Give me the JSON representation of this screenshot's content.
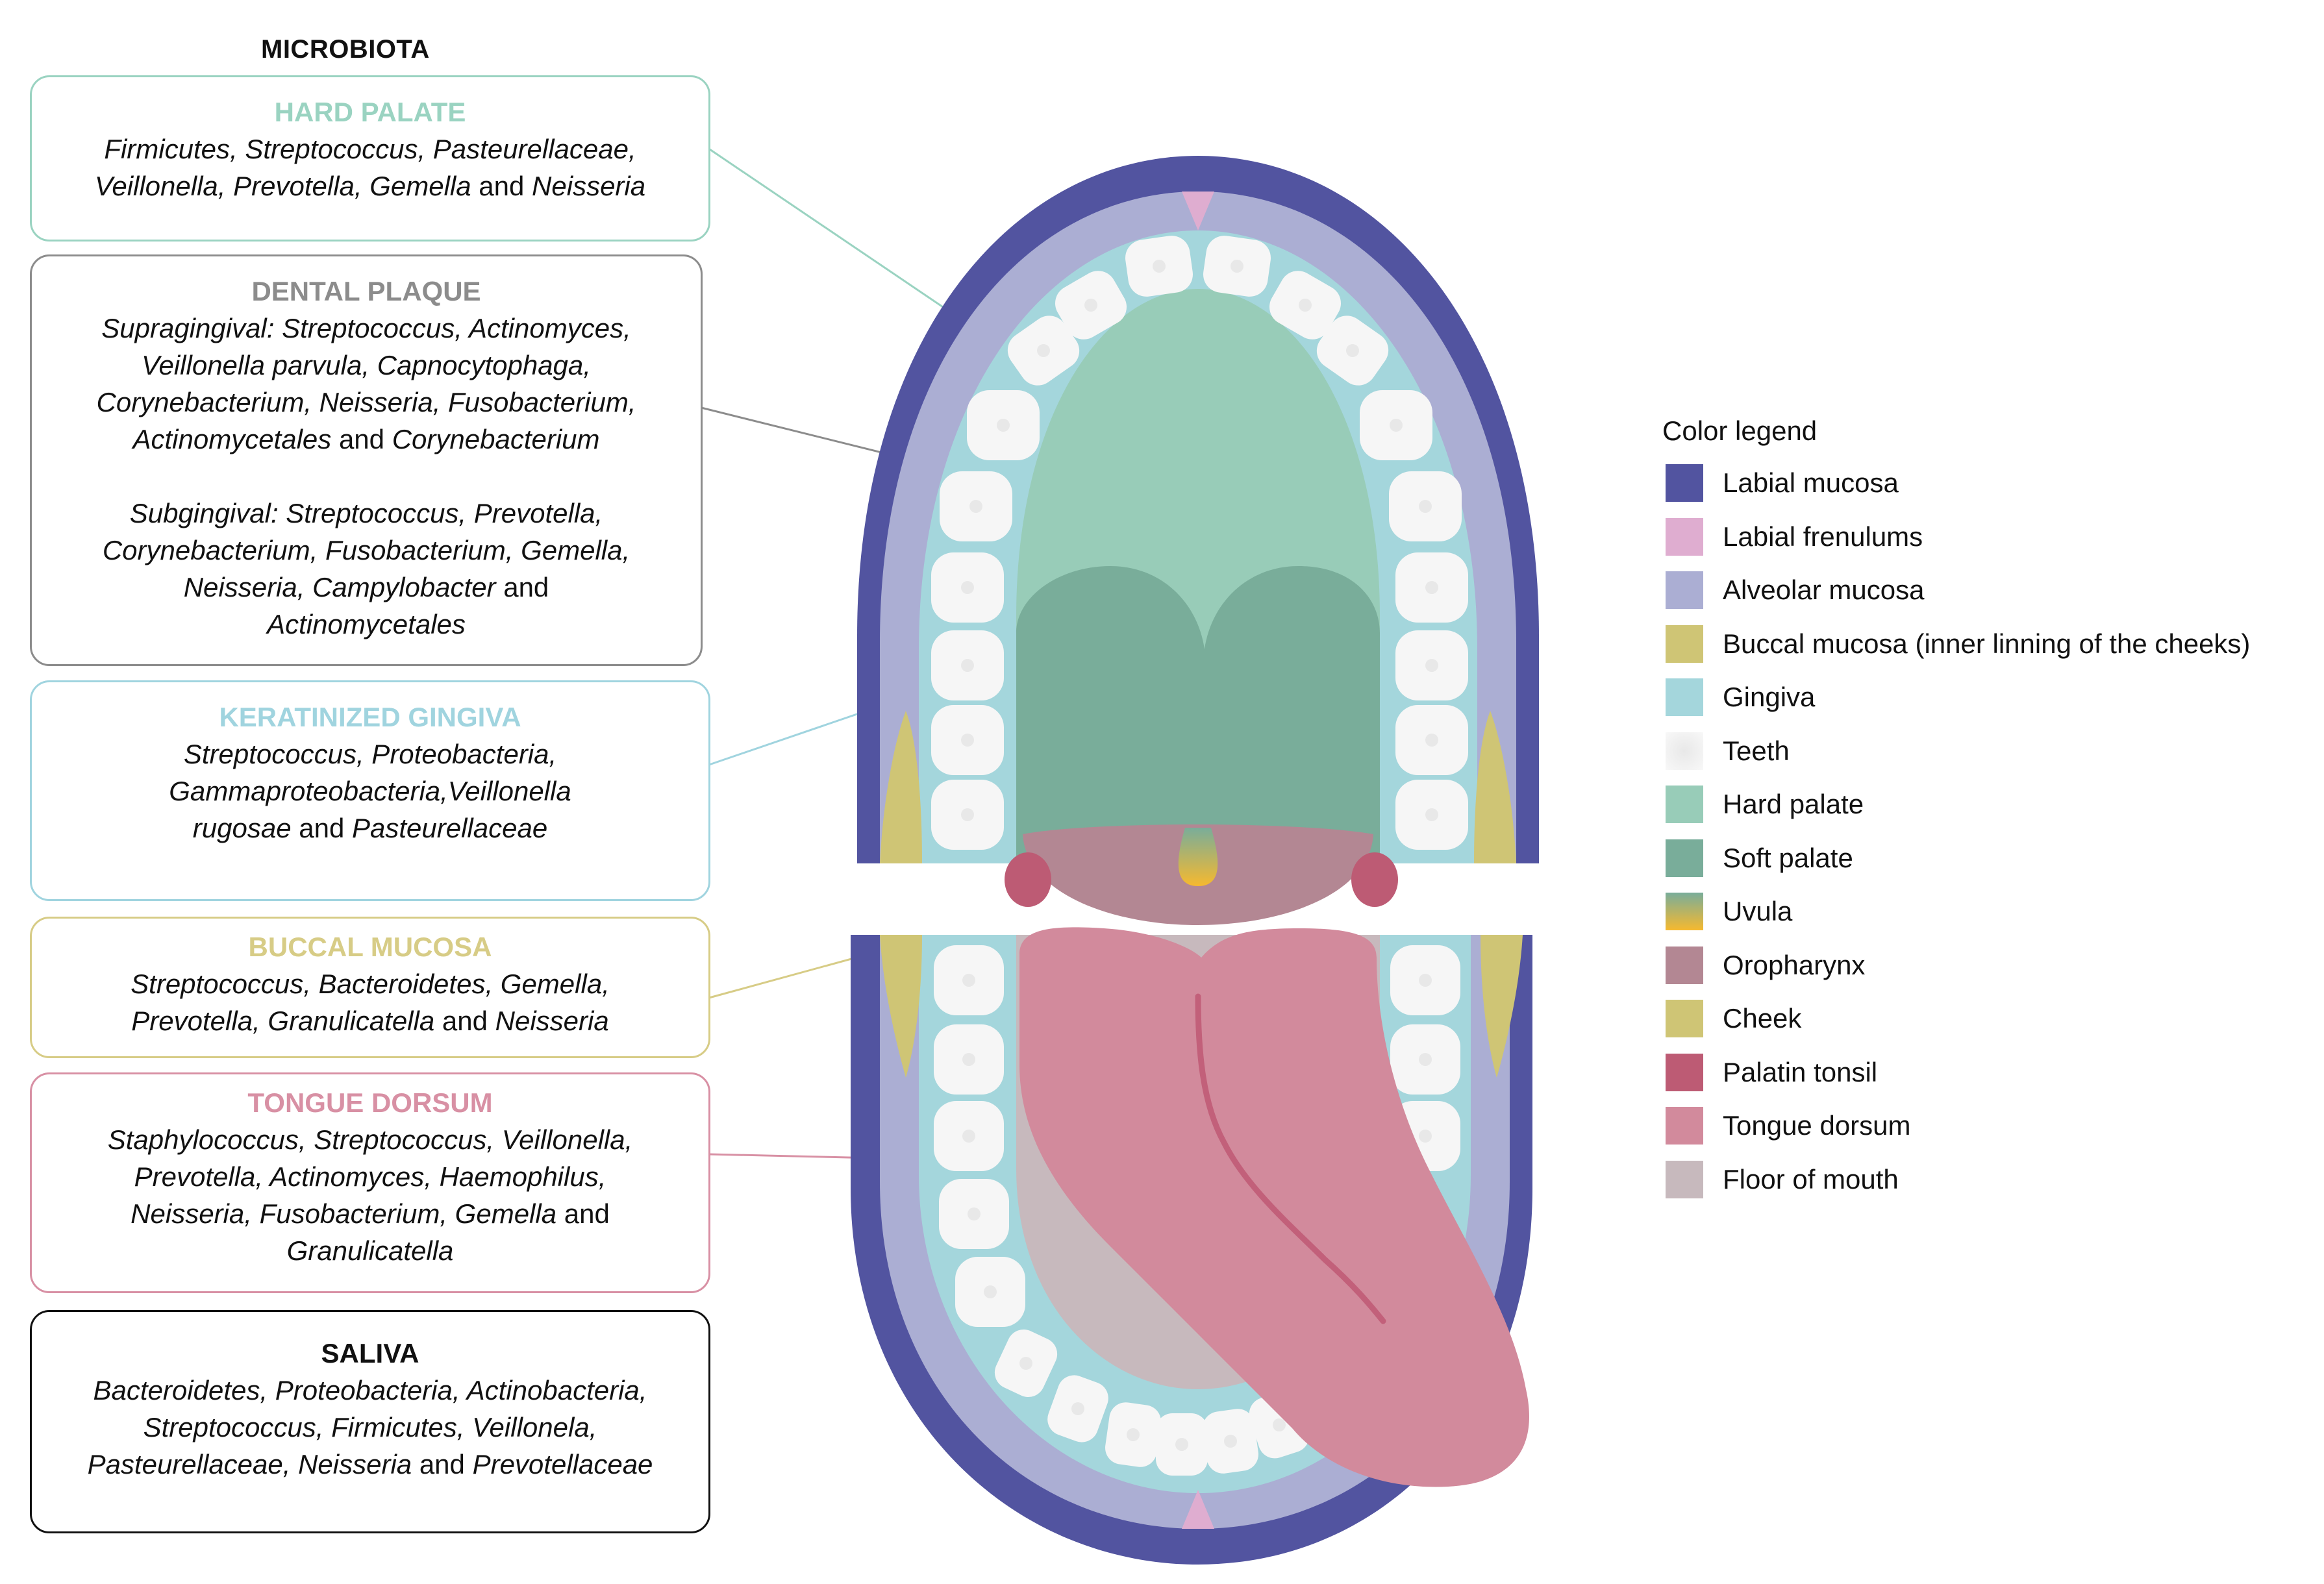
{
  "heading": "MICROBIOTA",
  "colors": {
    "labial_mucosa": "#5254a0",
    "labial_frenulums": "#dfadd0",
    "alveolar_mucosa": "#abaed3",
    "buccal_mucosa": "#cfc575",
    "gingiva": "#a4d6dc",
    "teeth": "#f6f6f6",
    "hard_palate": "#98ccb8",
    "soft_palate": "#79ad9a",
    "uvula_top": "#79ad9a",
    "uvula_bottom": "#f6b92f",
    "oropharynx": "#b38793",
    "cheek": "#cfc575",
    "palatin_tonsil": "#bd5b74",
    "tongue_dorsum": "#d28a9c",
    "floor_of_mouth": "#c7b9bd",
    "hard_palate_box": "#9ad3c1",
    "dental_plaque_box": "#8c8c8c",
    "gingiva_box": "#a0d4df",
    "buccal_box": "#d7cc86",
    "tongue_box": "#d890a4",
    "saliva_box": "#111111"
  },
  "boxes": {
    "hard_palate": {
      "title": "HARD PALATE",
      "l1a": "Firmicutes, Streptococcus, Pasteurellaceae,",
      "l2a": "Veillonella, Prevotella, Gemella",
      "l2b": " and ",
      "l2c": "Neisseria"
    },
    "dental_plaque": {
      "title": "DENTAL PLAQUE",
      "l1": "Supragingival: Streptococcus, Actinomyces,",
      "l2": "Veillonella parvula, Capnocytophaga,",
      "l3": "Corynebacterium, Neisseria, Fusobacterium,",
      "l4a": "Actinomycetales",
      "l4b": " and ",
      "l4c": "Corynebacterium",
      "l5": "Subgingival: Streptococcus, Prevotella,",
      "l6": "Corynebacterium, Fusobacterium, Gemella,",
      "l7a": "Neisseria, Campylobacter",
      "l7b": " and",
      "l8": "Actinomycetales"
    },
    "keratinized_gingiva": {
      "title": "KERATINIZED GINGIVA",
      "l1": "Streptococcus, Proteobacteria,",
      "l2": "Gammaproteobacteria,Veillonella",
      "l3a": "rugosae",
      "l3b": " and ",
      "l3c": "Pasteurellaceae"
    },
    "buccal_mucosa": {
      "title": "BUCCAL MUCOSA",
      "l1": "Streptococcus, Bacteroidetes, Gemella,",
      "l2a": "Prevotella, Granulicatella",
      "l2b": " and ",
      "l2c": "Neisseria"
    },
    "tongue_dorsum": {
      "title": "TONGUE DORSUM",
      "l1": "Staphylococcus, Streptococcus, Veillonella,",
      "l2": "Prevotella, Actinomyces, Haemophilus,",
      "l3a": "Neisseria, Fusobacterium, Gemella",
      "l3b": " and",
      "l4": "Granulicatella"
    },
    "saliva": {
      "title": "SALIVA",
      "l1": "Bacteroidetes, Proteobacteria, Actinobacteria,",
      "l2": "Streptococcus, Firmicutes, Veillonela,",
      "l3a": "Pasteurellaceae, Neisseria",
      "l3b": " and ",
      "l3c": "Prevotellaceae"
    }
  },
  "legend": {
    "title": "Color legend",
    "items": [
      {
        "label": "Labial mucosa",
        "color": "#5254a0"
      },
      {
        "label": "Labial frenulums",
        "color": "#dfadd0"
      },
      {
        "label": "Alveolar mucosa",
        "color": "#abaed3"
      },
      {
        "label": "Buccal mucosa (inner linning of the cheeks)",
        "color": "#cfc575"
      },
      {
        "label": "Gingiva",
        "color": "#a4d6dc"
      },
      {
        "label": "Teeth",
        "color": "#f6f6f6"
      },
      {
        "label": "Hard palate",
        "color": "#98ccb8"
      },
      {
        "label": "Soft palate",
        "color": "#79ad9a"
      },
      {
        "label": "Uvula",
        "color": "gradient"
      },
      {
        "label": "Oropharynx",
        "color": "#b38793"
      },
      {
        "label": "Cheek",
        "color": "#cfc575"
      },
      {
        "label": "Palatin tonsil",
        "color": "#bd5b74"
      },
      {
        "label": "Tongue dorsum",
        "color": "#d28a9c"
      },
      {
        "label": "Floor of mouth",
        "color": "#c7b9bd"
      }
    ]
  }
}
